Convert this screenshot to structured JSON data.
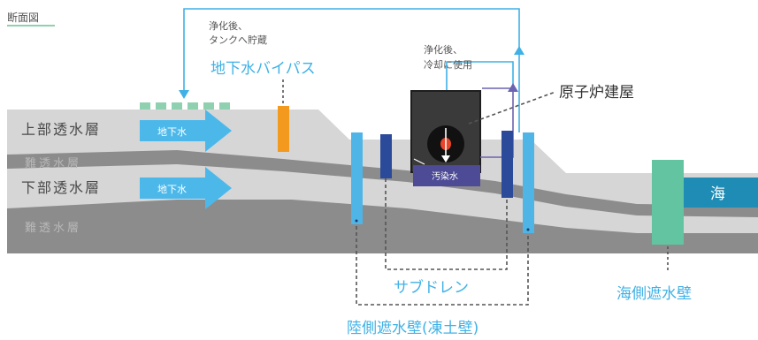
{
  "header": {
    "section_label": "断面図"
  },
  "labels": {
    "upper_aquifer": "上部透水層",
    "aquitard_1": "難透水層",
    "lower_aquifer": "下部透水層",
    "aquitard_2": "難透水層",
    "groundwater_upper": "地下水",
    "groundwater_lower": "地下水",
    "bypass_note_line1": "浄化後、",
    "bypass_note_line2": "タンクへ貯蔵",
    "bypass_title": "地下水バイパス",
    "cooling_note_line1": "浄化後、",
    "cooling_note_line2": "冷却に使用",
    "reactor_building": "原子炉建屋",
    "contaminated_water": "汚染水",
    "sea": "海",
    "subdrain": "サブドレン",
    "landside_wall": "陸側遮水壁(凍土壁)",
    "seaside_wall": "海側遮水壁"
  },
  "colors": {
    "light_layer": "#d3d3d3",
    "dark_layer": "#8a8a8a",
    "mid_layer": "#b2b2b2",
    "cyan": "#3fb1e6",
    "arrow_blue": "#45b5e8",
    "navy_pillar": "#2b4a9a",
    "orange": "#f39a1e",
    "teal_wall": "#62c4a0",
    "sea_blue": "#1f8cb6",
    "building_dark": "#3c3c3c",
    "contaminated": "#4d4b96",
    "core_red": "#e8452a",
    "purple_arrow": "#6b64b0",
    "green_squares": "#8fd0b0",
    "text_gray": "#555555"
  }
}
